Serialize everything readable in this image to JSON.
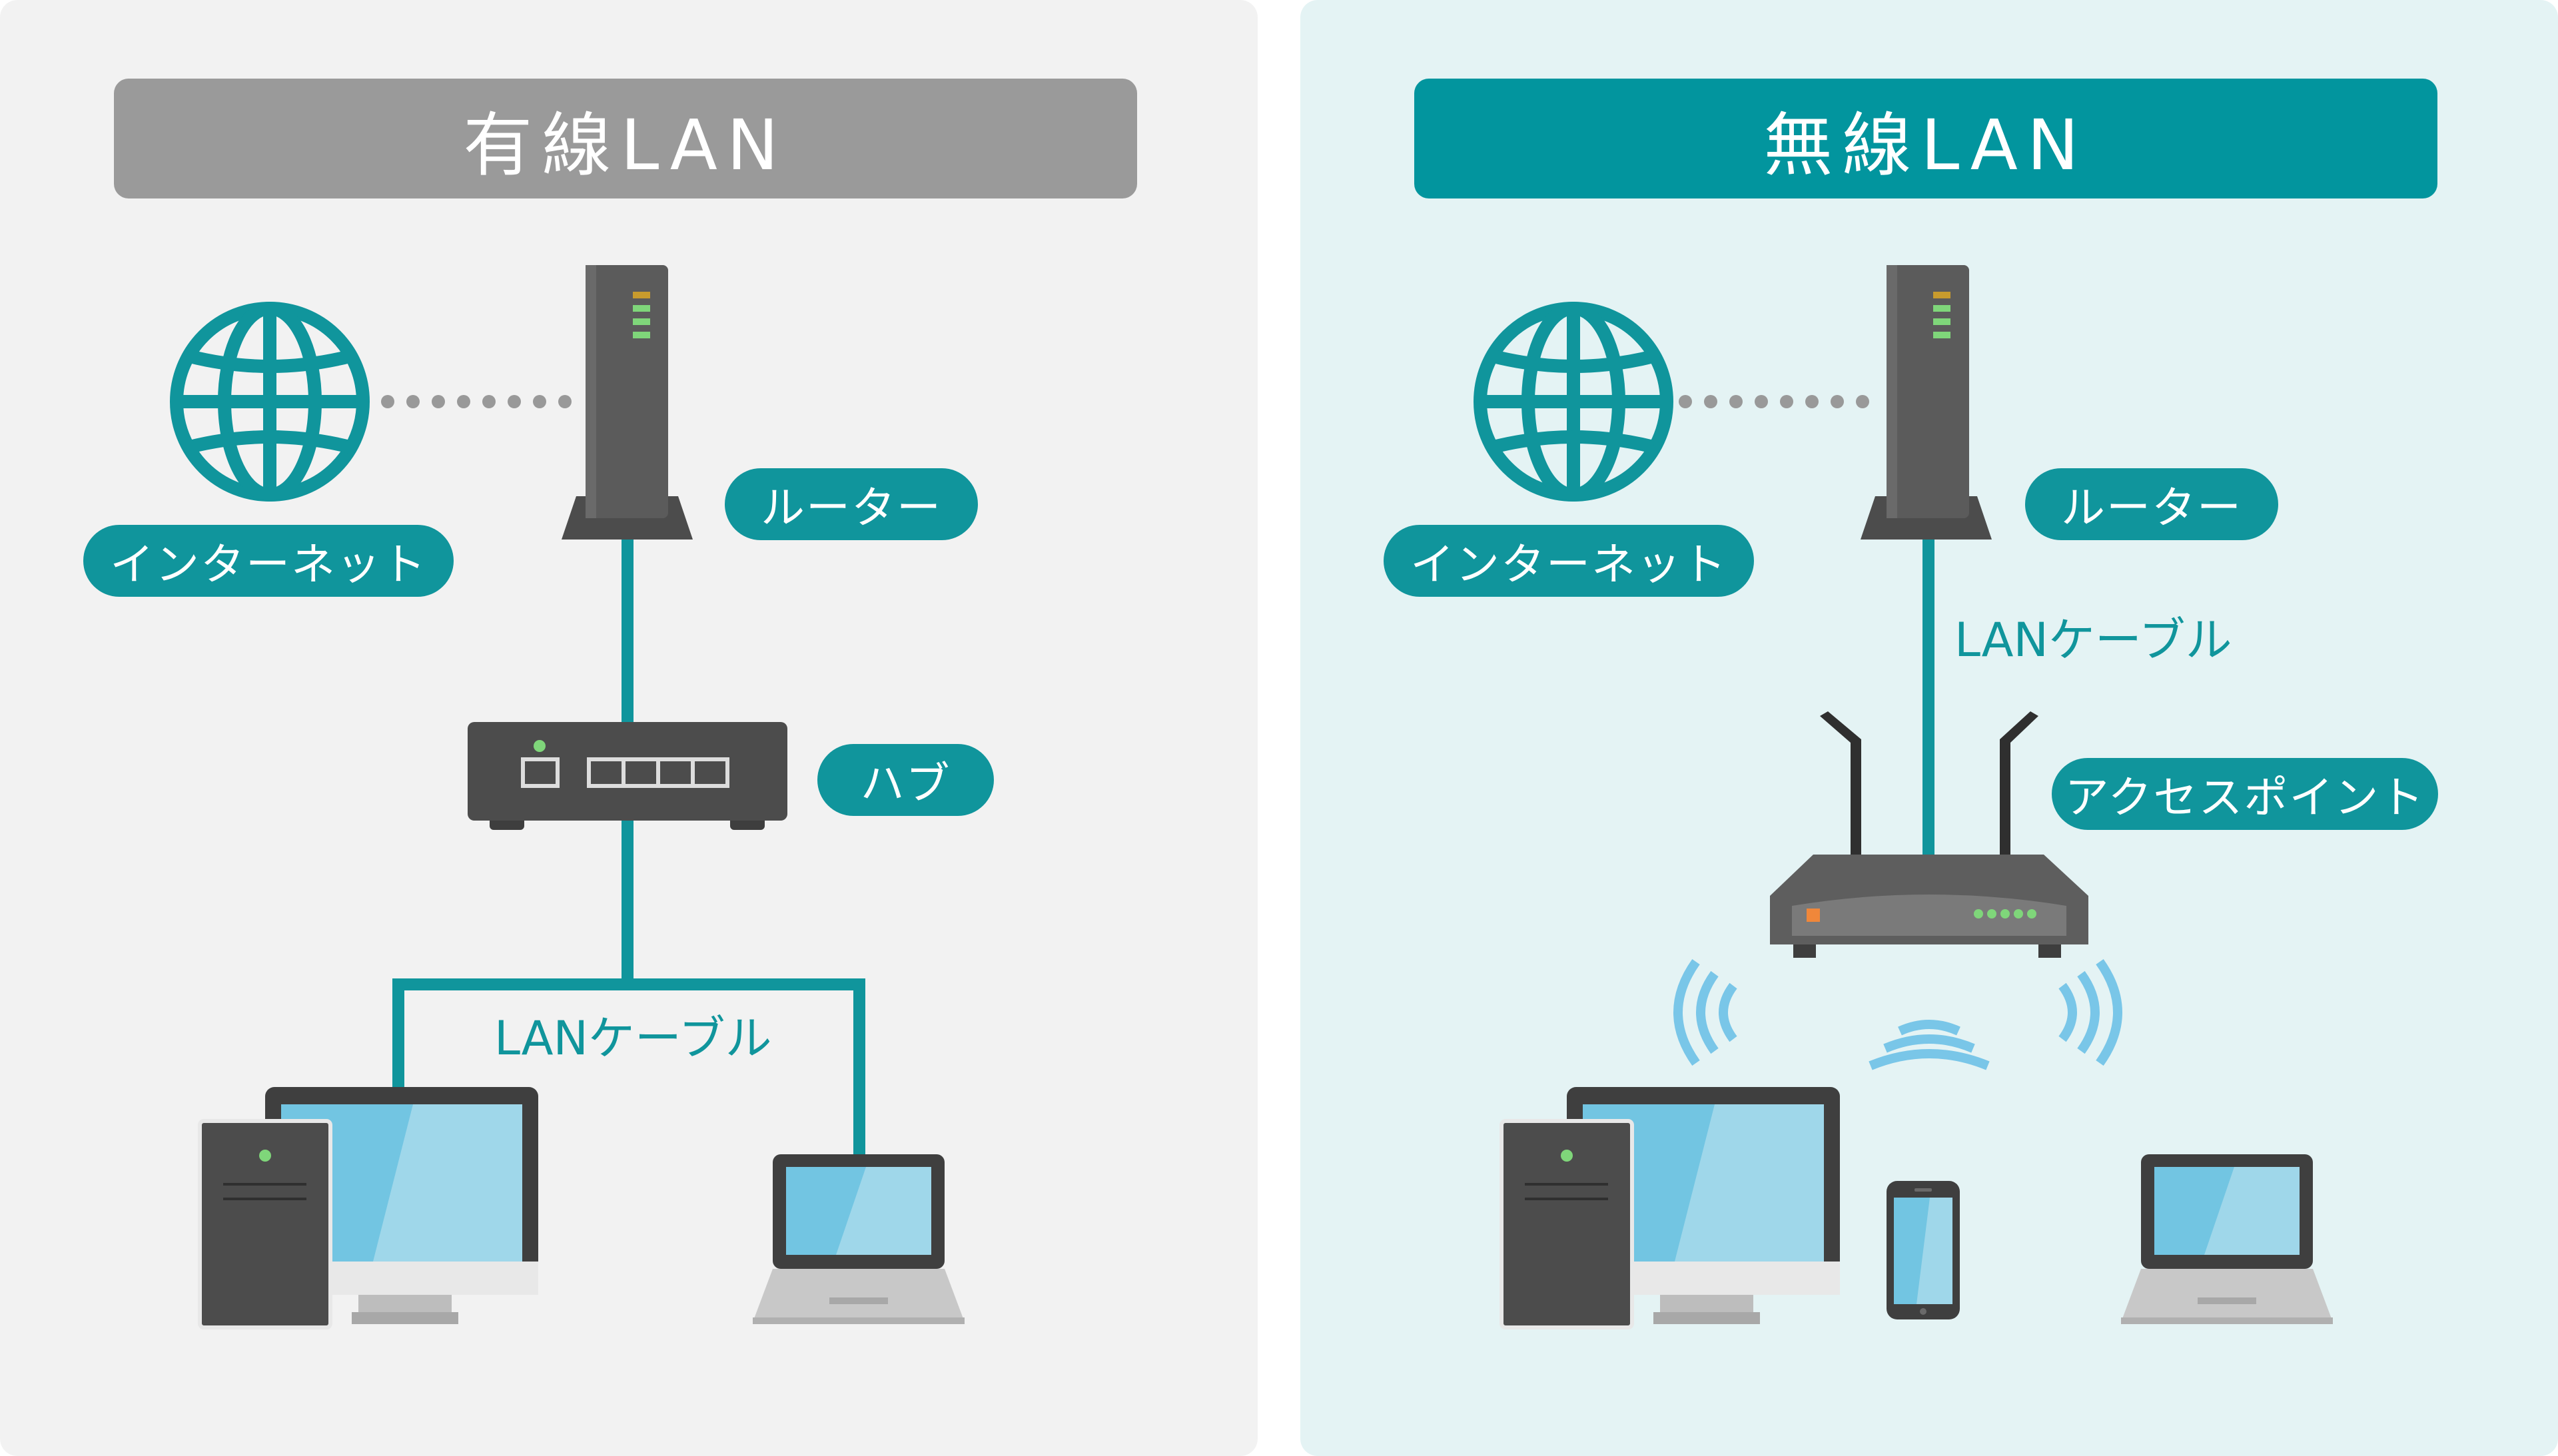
{
  "wired": {
    "title": "有線LAN",
    "internet_label": "インターネット",
    "router_label": "ルーター",
    "hub_label": "ハブ",
    "cable_label": "LANケーブル"
  },
  "wireless": {
    "title": "無線LAN",
    "internet_label": "インターネット",
    "router_label": "ルーター",
    "cable_label": "LANケーブル",
    "access_point_label": "アクセスポイント"
  },
  "colors": {
    "accent": "#10959c",
    "wired_title_bg": "#9a9a9a",
    "wireless_title_bg": "#02959e",
    "wired_panel_bg": "#f2f2f2",
    "wireless_panel_bg": "#e4f3f4",
    "device_body": "#4c4c4c",
    "screen": "#72c5e2",
    "led_green": "#7fd67a"
  },
  "icons": [
    "globe-icon",
    "router-icon",
    "hub-icon",
    "desktop-pc-icon",
    "laptop-icon",
    "smartphone-icon",
    "access-point-icon",
    "wifi-wave-icon"
  ]
}
